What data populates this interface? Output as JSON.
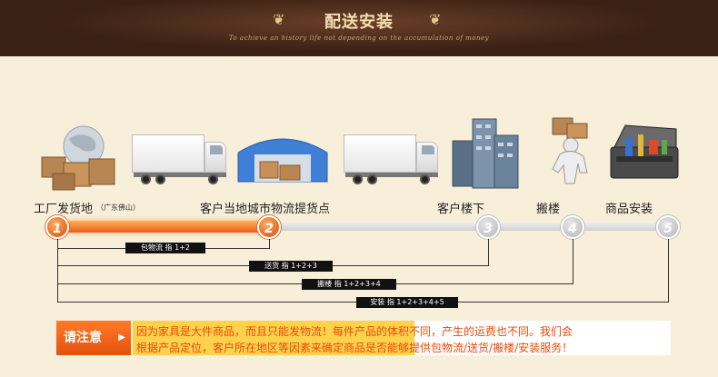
{
  "header": {
    "title": "配送安装",
    "subtitle": "To achieve an history life not depending on the accumulation of money"
  },
  "stages": [
    {
      "label": "工厂发货地",
      "note": "（广东佛山）"
    },
    {
      "label": "客户当地城市物流提货点"
    },
    {
      "label": "客户楼下"
    },
    {
      "label": "搬楼"
    },
    {
      "label": "商品安装"
    }
  ],
  "nodes": [
    "1",
    "2",
    "3",
    "4",
    "5"
  ],
  "brackets": [
    {
      "label": "包物流 指 1+2"
    },
    {
      "label": "送货 指 1+2+3"
    },
    {
      "label": "搬楼 指 1+2+3+4"
    },
    {
      "label": "安装 指 1+2+3+4+5"
    }
  ],
  "notice": {
    "button": "请注意",
    "line1": "因为家具是大件商品，而且只能发物流！每件产品的体积不同，产生的运费也不同。我们会",
    "line2": "根据产品定位，客户所在地区等因素来确定商品是否能够提供包物流/送货/搬楼/安装服务！"
  },
  "colors": {
    "header_bg": "#3a2115",
    "page_bg": "#f7efd9",
    "accent": "#e95d1a",
    "notice_text": "#e84a0a"
  }
}
